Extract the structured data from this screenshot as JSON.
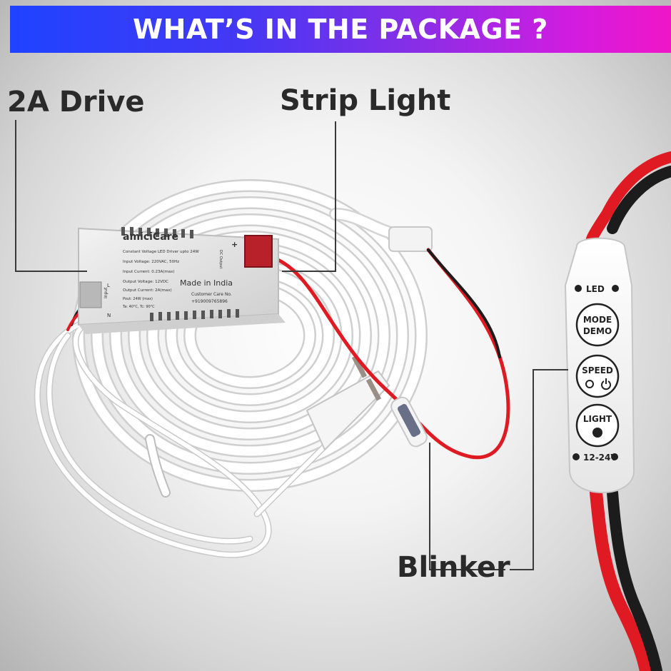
{
  "banner": {
    "title": "WHAT’S IN THE PACKAGE ?"
  },
  "callouts": {
    "drive": "2A Drive",
    "strip": "Strip Light",
    "blinker": "Blinker"
  },
  "driver": {
    "brand": "amiciCare",
    "line1": "Constant Voltage LED Driver upto 24W",
    "line2": "Input Voltage: 220VAC, 50Hz",
    "line3": "Input Current: 0.23A(max)",
    "line4": "Output Voltage: 12VDC",
    "line5": "Output Current: 2A(max)",
    "line6": "Pout: 24W (max)",
    "line7": "Ta: 40°C, Tc: 90°C",
    "made": "Made in India",
    "care": "Customer Care No.",
    "phone": "+919009765896",
    "plus": "+",
    "dc_output": "DC Output",
    "input": "Input",
    "l": "L",
    "n": "N"
  },
  "controller": {
    "led": "LED",
    "mode": "MODE",
    "demo": "DEMO",
    "speed": "SPEED",
    "light": "LIGHT",
    "voltage": "12-24V"
  },
  "colors": {
    "banner_start": "#1f43ff",
    "banner_end": "#f016c8",
    "wire_red": "#e01a22",
    "wire_black": "#1c1c1c"
  }
}
